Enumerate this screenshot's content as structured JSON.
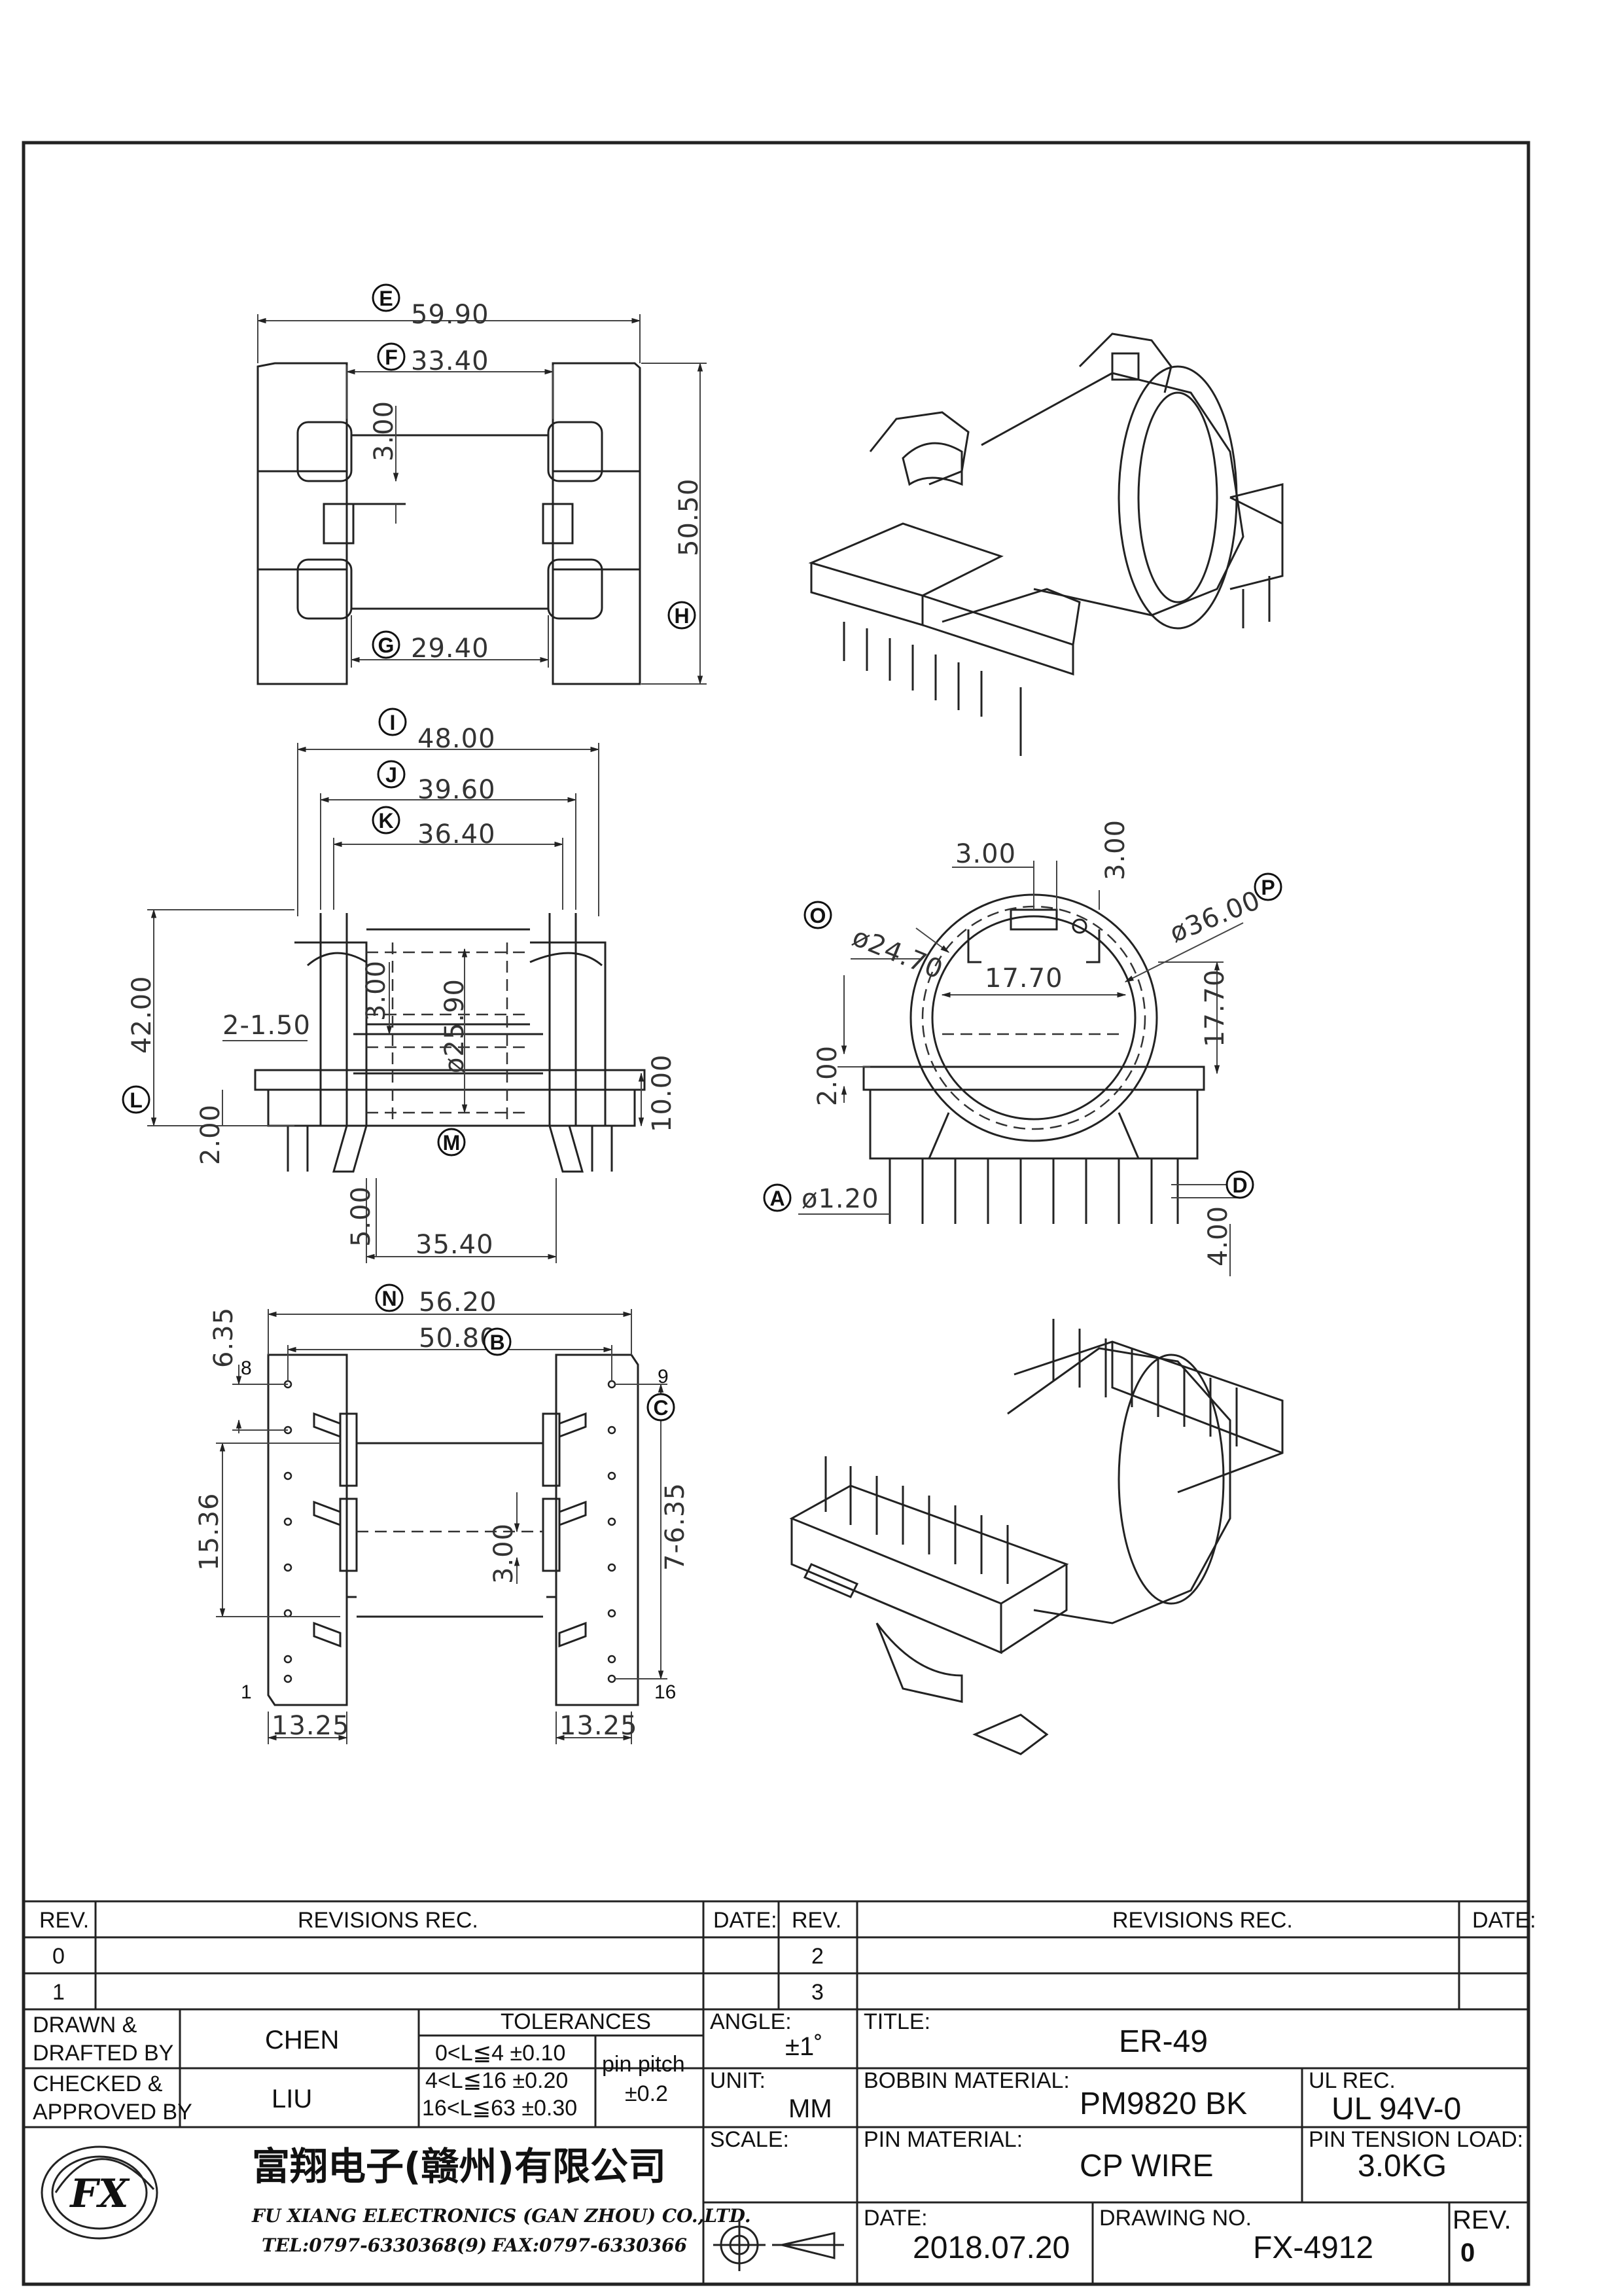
{
  "views": {
    "top": {
      "dims": {
        "e": "59.90",
        "f": "33.40",
        "g": "29.40",
        "h": "50.50",
        "slot": "3.00"
      },
      "bubbles": {
        "e": "E",
        "f": "F",
        "g": "G",
        "h": "H"
      }
    },
    "front": {
      "dims": {
        "i": "48.00",
        "j": "39.60",
        "k": "36.40",
        "l": "42.00",
        "wall": "2-1.50",
        "flange": "3.00",
        "bore": "ø25.90",
        "base": "2.00",
        "step": "10.00",
        "pin": "5.00",
        "span": "35.40"
      },
      "bubbles": {
        "i": "I",
        "j": "J",
        "k": "K",
        "l": "L",
        "m": "M"
      }
    },
    "side": {
      "dims": {
        "w1": "3.00",
        "w2": "3.00",
        "o": "ø24.70",
        "p": "ø36.00",
        "inner": "17.70",
        "height": "17.70",
        "base": "2.00",
        "a": "ø1.20",
        "d": "4.00"
      },
      "bubbles": {
        "o": "O",
        "p": "P",
        "a": "A",
        "d": "D"
      }
    },
    "bottom": {
      "dims": {
        "n": "56.20",
        "b": "50.80",
        "c": "6.35",
        "pitch": "7-6.35",
        "gap": "15.36",
        "slot": "3.00",
        "left_w": "13.25",
        "right_w": "13.25"
      },
      "bubbles": {
        "n": "N",
        "b": "B",
        "c": "C"
      },
      "pins": {
        "p8": "8",
        "p9": "9",
        "p1": "1",
        "p16": "16"
      }
    }
  },
  "title_block": {
    "rev_header": "REV.",
    "revisions_header": "REVISIONS   REC.",
    "date_header": "DATE:",
    "rev_rows_left": [
      "0",
      "1"
    ],
    "rev_rows_right": [
      "2",
      "3"
    ],
    "drawn_label": [
      "DRAWN &",
      "DRAFTED BY"
    ],
    "drawn_value": "CHEN",
    "checked_label": [
      "CHECKED &",
      "APPROVED BY"
    ],
    "checked_value": "LIU",
    "tolerances_label": "TOLERANCES",
    "tol_rows": [
      "0<L≦4   ±0.10",
      "4<L≦16  ±0.20",
      "16<L≦63  ±0.30"
    ],
    "pin_pitch_label": "pin pitch",
    "pin_pitch_value": "±0.2",
    "angle_label": "ANGLE:",
    "angle_value": "±1˚",
    "unit_label": "UNIT:",
    "unit_value": "MM",
    "scale_label": "SCALE:",
    "title_label": "TITLE:",
    "title_value": "ER-49",
    "bobbin_label": "BOBBIN MATERIAL:",
    "bobbin_value": "PM9820  BK",
    "ul_label": "UL REC.",
    "ul_value": "UL  94V-0",
    "pin_mat_label": "PIN MATERIAL:",
    "pin_mat_value": "CP WIRE",
    "tension_label": "PIN TENSION LOAD:",
    "tension_value": "3.0KG",
    "date_label": "DATE:",
    "date_value": "2018.07.20",
    "drawing_no_label": "DRAWING NO.",
    "drawing_no_value": "FX-4912",
    "rev_label": "REV.",
    "rev_value": "0",
    "company_cn": "富翔电子(赣州)有限公司",
    "company_en": "FU XIANG ELECTRONICS (GAN ZHOU) CO.,LTD.",
    "tel": "TEL:0797-6330368(9)",
    "fax": "FAX:0797-6330366",
    "logo_text": "FX"
  }
}
